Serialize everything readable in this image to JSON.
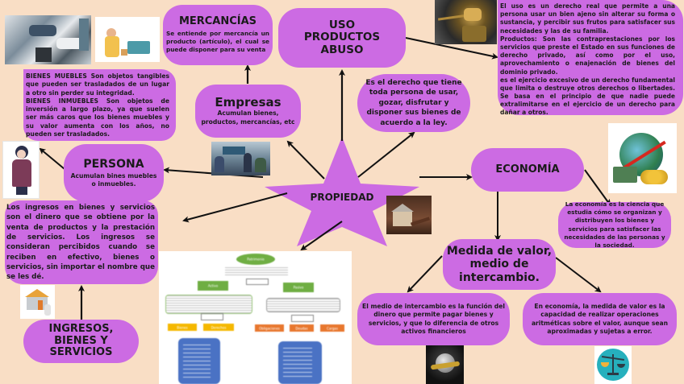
{
  "central": {
    "label": "PROPIEDAD"
  },
  "colors": {
    "background": "#f9dec5",
    "node": "#cc6be3",
    "arrow": "#111111"
  },
  "nodes": {
    "mercancias": {
      "title": "MERCANCÍAS",
      "text": "Se entiende por mercancía un producto (artículo), el cual se puede disponer para su venta"
    },
    "uso": {
      "title_lines": [
        "USO",
        "PRODUCTOS",
        "ABUSO"
      ]
    },
    "uso_definition": {
      "paragraphs": [
        "El uso es un derecho real que permite a una persona usar un bien ajeno sin alterar su forma o sustancia, y percibir sus frutos para satisfacer sus necesidades y las de su familia.",
        "Productos: Son las contraprestaciones por los servicios que preste el Estado en sus funciones de derecho privado, así como por el uso, aprovechamiento o enajenación de bienes del dominio privado.",
        " es el ejercicio excesivo de un derecho fundamental que limita o destruye otros derechos o libertades. Se basa en el principio de que nadie puede extralimitarse en el ejercicio de un derecho para dañar a otros."
      ]
    },
    "bienes": {
      "paragraphs": [
        "BIENES MUEBLES Son objetos tangibles que pueden ser trasladados de un lugar a otro sin perder su integridad.",
        "BIENES INMUEBLES Son objetos de inversión a largo plazo, ya que suelen ser más caros que los bienes muebles y su valor aumenta con los años, no pueden ser trasladados."
      ]
    },
    "empresas": {
      "title": "Empresas",
      "text": "Acumulan bienes, productos, mercancías, etc"
    },
    "propiedad_definition": {
      "text": "Es el derecho que tiene toda persona de usar, gozar, disfrutar y disponer sus bienes de acuerdo a la ley."
    },
    "persona": {
      "title": "PERSONA",
      "text": "Acumulan bines muebles o inmuebles."
    },
    "economia": {
      "title": "ECONOMÍA"
    },
    "economia_definition": {
      "text": "La economía es la ciencia que estudia cómo se organizan y distribuyen los bienes y servicios para satisfacer las necesidades de las personas y la sociedad."
    },
    "ingresos_definition": {
      "text": "Los ingresos en bienes y servicios son el dinero que se obtiene por la venta de productos y la prestación de servicios. Los ingresos se consideran percibidos cuando se reciben en efectivo, bienes o servicios, sin importar el nombre que se les dé."
    },
    "ingresos": {
      "title": "INGRESOS, BIENES Y SERVICIOS"
    },
    "medida": {
      "title_lines": [
        "Medida de valor,",
        "medio de",
        "intercambio."
      ]
    },
    "medio_definition": {
      "text": "El medio de intercambio es la función del dinero que permite pagar bienes y servicios, y que lo diferencia de otros activos financieros"
    },
    "medida_definition": {
      "text": "En economía, la medida de valor es la capacidad de realizar operaciones aritméticas sobre el valor, aunque sean aproximadas y sujetas a error."
    }
  },
  "embedded_diagram": {
    "root": "Patrimonio",
    "left": "Activo",
    "right": "Pasivo",
    "left_children": [
      "Bienes",
      "Derechos"
    ],
    "right_children": [
      "Obligaciones",
      "Deudas",
      "Cargas"
    ]
  },
  "images": [
    "goods-collage-image",
    "delivery-worker-image",
    "gavel-image",
    "business-meeting-image",
    "teacher-image",
    "house-gavel-image",
    "economy-globe-image",
    "house-buyer-image",
    "globe-money-image",
    "balance-scale-image"
  ]
}
